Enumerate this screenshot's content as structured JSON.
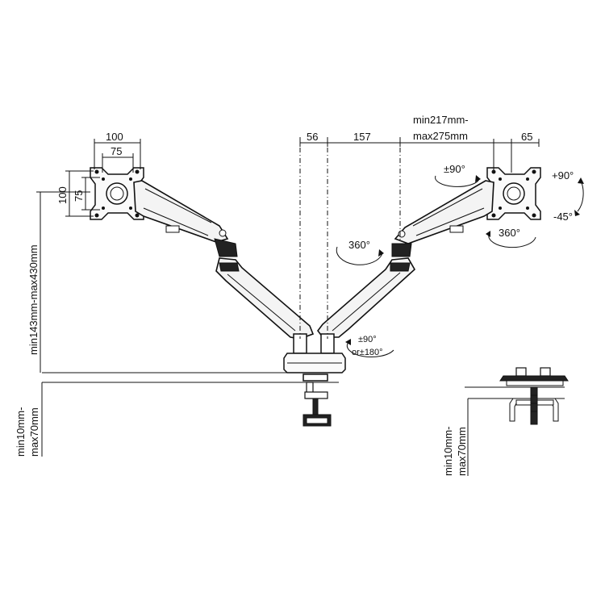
{
  "dimensions": {
    "vesa_outer_width": "100",
    "vesa_inner_width": "75",
    "vesa_outer_height": "100",
    "vesa_inner_height": "75",
    "offset_56": "56",
    "offset_157": "157",
    "reach_line1": "min217mm-",
    "reach_line2": "max275mm",
    "offset_65": "65",
    "height_range": "min143mm-max430mm",
    "clamp_left_line1": "min10mm-",
    "clamp_left_line2": "max70mm",
    "clamp_right_line1": "min10mm-",
    "clamp_right_line2": "max70mm"
  },
  "rotations": {
    "swivel_left": "360°",
    "tilt_right_top": "±90°",
    "swivel_right": "360°",
    "tilt_plus": "+90°",
    "tilt_minus": "-45°",
    "base_rotation_line1": "±90°",
    "base_rotation_line2": "or±180°"
  }
}
